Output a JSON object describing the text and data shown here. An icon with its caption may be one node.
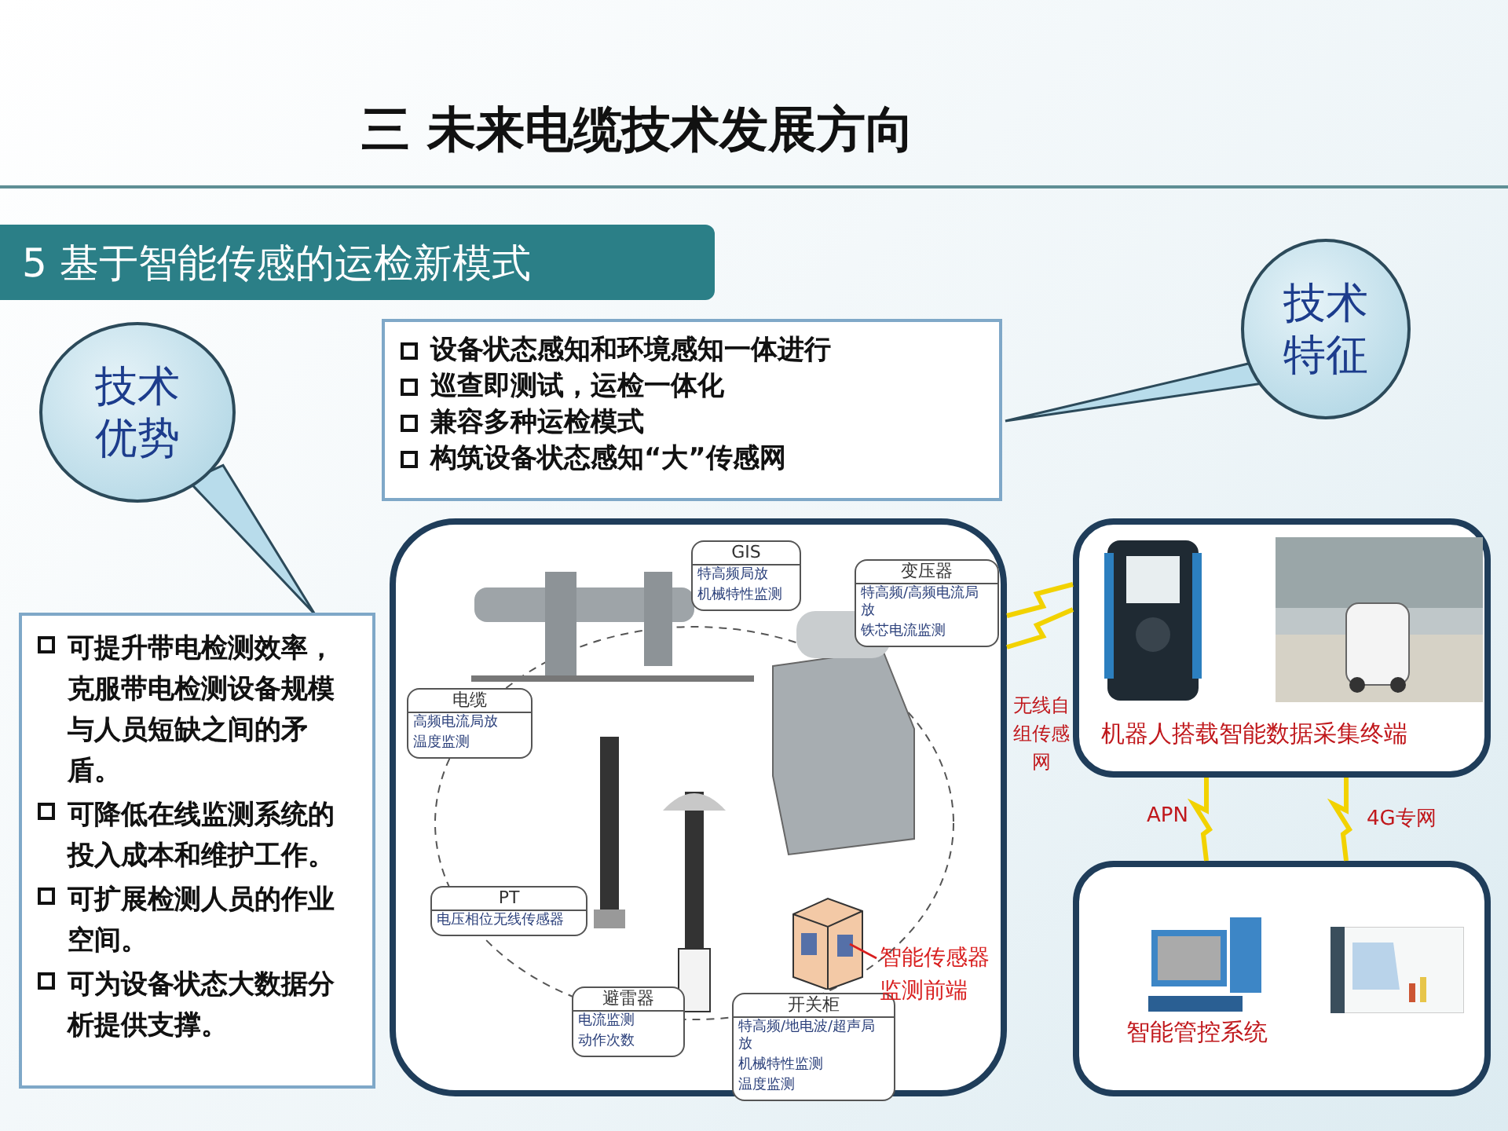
{
  "diagram": {
    "title": "三 未来电缆技术发展方向",
    "nodes": [
      {
        "text": [
          "5 基于智能传感的运检新模式"
        ]
      },
      {
        "text": [
          "技术特征"
        ]
      },
      {
        "text": [
          "设备状态感知和环境感知一体进行",
          "巡查即测试，运检一体化",
          "兼容多种运检模式",
          "构筑设备状态感知“大”传感网"
        ]
      },
      {
        "text": [
          "技术优势"
        ]
      },
      {
        "text": [
          "可提升带电检测效率，克服带电检测设备规模与人员短缺之间的矛盾。",
          "可降低在线监测系统的投入成本和维护工作。",
          "可扩展检测人员的作业空间。",
          "可为设备状态大数据分析提供支撑。"
        ]
      },
      {
        "text": [],
        "shape": "box"
      },
      {
        "text": [
          "GIS",
          "特高频局放",
          "机械特性监测"
        ],
        "in": 5
      },
      {
        "text": [
          "变压器",
          "特高频/高频电流局放",
          "铁芯电流监测"
        ],
        "in": 5
      },
      {
        "text": [
          "电缆",
          "高频电流局放",
          "温度监测"
        ],
        "in": 5
      },
      {
        "text": [
          "PT",
          "电压相位无线传感器"
        ],
        "in": 5
      },
      {
        "text": [
          "避雷器",
          "电流监测",
          "动作次数"
        ],
        "in": 5
      },
      {
        "text": [
          "开关柜",
          "特高频/地电波/超声局放",
          "机械特性监测",
          "温度监测"
        ],
        "in": 5
      },
      {
        "text": [
          "智能传感器监测前端"
        ],
        "in": 5
      },
      {
        "text": [],
        "shape": "picture",
        "in": 5
      },
      {
        "text": [
          "机器人搭载智能数据采集终端"
        ]
      },
      {
        "text": [],
        "shape": "picture",
        "in": 14
      },
      {
        "text": [],
        "shape": "picture",
        "in": 14
      },
      {
        "text": [
          "智能管控系统"
        ]
      },
      {
        "text": [],
        "shape": "picture",
        "in": 17
      },
      {
        "text": [],
        "shape": "picture",
        "in": 17
      }
    ],
    "edges": [
      {
        "from": 1,
        "to": 2,
        "arrow": "none"
      },
      {
        "from": 3,
        "to": 4,
        "arrow": "none"
      },
      {
        "from": 12,
        "to": 13,
        "arrow": "none",
        "color": "#d81e1e"
      },
      {
        "from": 5,
        "to": 14,
        "arrow": "none"
      },
      {
        "from": 5,
        "to": 14,
        "arrow": "none"
      },
      {
        "from": 14,
        "to": 17,
        "arrow": "none",
        "label": "APN"
      },
      {
        "from": 14,
        "to": 17,
        "arrow": "none",
        "label": "4G专网"
      }
    ],
    "labels": [
      "无线自组传感网"
    ]
  }
}
